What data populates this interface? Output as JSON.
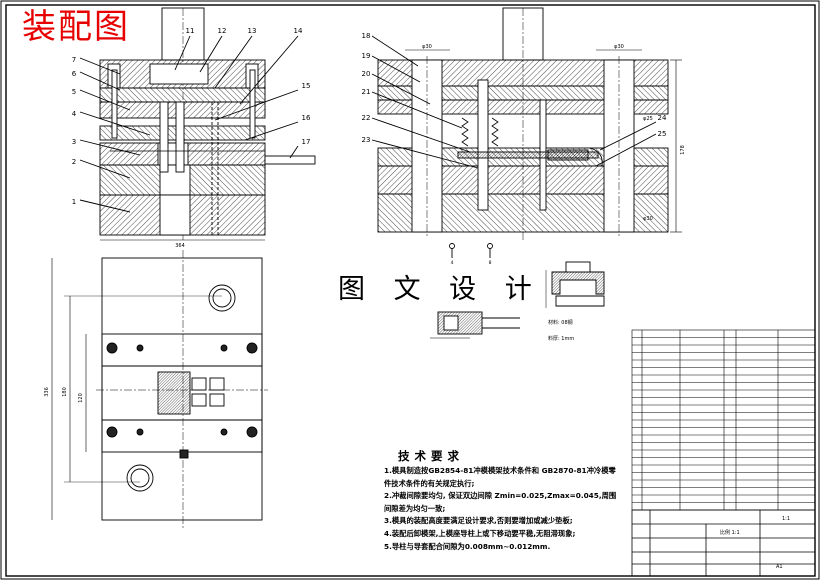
{
  "stamp": "装配图",
  "watermark": "图 文 设 计",
  "requirements": {
    "title": "技术要求",
    "items": [
      "1.模具制造按GB2854-81冲模模架技术条件和 GB2870-81冲冷模零件技术条件的有关规定执行;",
      "2.冲裁间隙要均匀, 保证双边间隙 Zmin=0.025,Zmax=0.045,周围间隙差为均匀一致;",
      "3.模具的装配高度要满足设计要求,否则要增加或减少垫板;",
      "4.装配后卸模架,上模座导柱上或下移动要平稳,无阻滞现象;",
      "5.导柱与导套配合间隙为0.008mm~0.012mm."
    ]
  },
  "part_numbers": {
    "front_left": [
      "7",
      "6",
      "5",
      "4",
      "3",
      "2",
      "1"
    ],
    "front_top": [
      "11",
      "12",
      "13",
      "14"
    ],
    "front_right": [
      "15",
      "16",
      "17"
    ],
    "side_left": [
      "18",
      "19",
      "20",
      "21",
      "22",
      "23"
    ],
    "side_right": [
      "24",
      "25"
    ]
  },
  "dims": {
    "width_bottom": "364",
    "plan_height": "336",
    "plan_inner": "180",
    "plan_inner2": "120",
    "side_height": "178",
    "top_fit_l": "φ30",
    "top_fit_r": "φ30",
    "mid_fit": "φ25",
    "low_fit": "φ30",
    "label_x1": "4",
    "label_x2": "8"
  },
  "part_note": {
    "material": "材料: 08钢",
    "thickness": "料厚: 1mm"
  },
  "title_block": {
    "scale": "1:1",
    "sheet": "A1",
    "drawing_no": "比例 1:1"
  }
}
